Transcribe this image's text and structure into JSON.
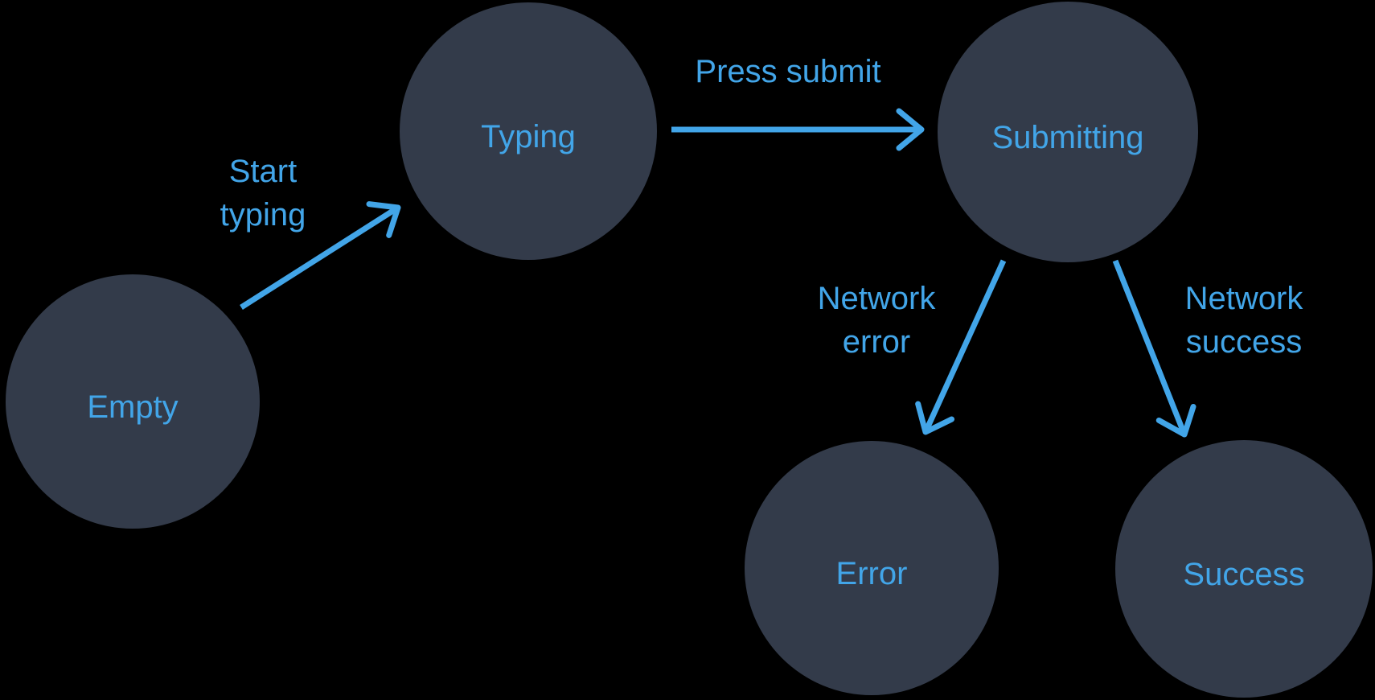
{
  "diagram": {
    "type": "state-machine",
    "nodes": [
      {
        "id": "empty",
        "label": "Empty"
      },
      {
        "id": "typing",
        "label": "Typing"
      },
      {
        "id": "submitting",
        "label": "Submitting"
      },
      {
        "id": "error",
        "label": "Error"
      },
      {
        "id": "success",
        "label": "Success"
      }
    ],
    "edges": [
      {
        "id": "start-typing",
        "from": "empty",
        "to": "typing",
        "label_lines": [
          "Start",
          "typing"
        ]
      },
      {
        "id": "press-submit",
        "from": "typing",
        "to": "submitting",
        "label_lines": [
          "Press submit"
        ]
      },
      {
        "id": "network-error",
        "from": "submitting",
        "to": "error",
        "label_lines": [
          "Network",
          "error"
        ]
      },
      {
        "id": "network-success",
        "from": "submitting",
        "to": "success",
        "label_lines": [
          "Network",
          "success"
        ]
      }
    ]
  },
  "colors": {
    "background": "#000000",
    "node_fill": "#333b4a",
    "accent_blue": "#42a5e8"
  }
}
